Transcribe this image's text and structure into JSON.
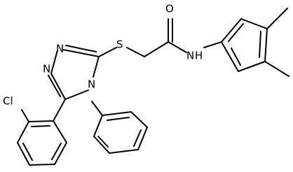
{
  "molecule": {
    "atoms": {
      "chlorine": "Cl",
      "sulfur": "S",
      "oxygen": "O",
      "amide_nitrogen": "N",
      "amide_hydrogen": "H",
      "ring_nitrogen_1": "N",
      "ring_nitrogen_2": "N",
      "ring_nitrogen_4": "N"
    }
  }
}
